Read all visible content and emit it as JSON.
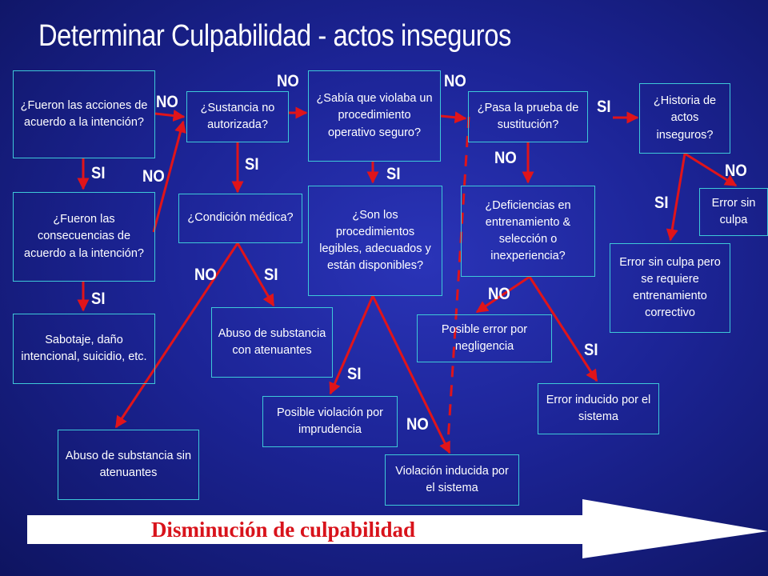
{
  "title": "Determinar Culpabilidad  - actos inseguros",
  "colors": {
    "background": "#1c2496",
    "box_border": "#3ec8d8",
    "arrow": "#e0141a",
    "text": "#ffffff",
    "banner_text": "#d8131b"
  },
  "boxes": {
    "fueron_acciones": "¿Fueron las acciones de acuerdo a la intención?",
    "fueron_consecuencias": "¿Fueron las consecuencias de acuerdo a la intención?",
    "sabotaje": "Sabotaje, daño intencional, suicidio, etc.",
    "sustancia": "¿Sustancia no autorizada?",
    "condicion_medica": "¿Condición médica?",
    "abuso_con": "Abuso de substancia con atenuantes",
    "abuso_sin": "Abuso de substancia sin atenuantes",
    "sabia": "¿Sabía que violaba un procedimiento operativo seguro?",
    "son_procedimientos": "¿Son los procedimientos legibles, adecuados y están disponibles?",
    "violacion_imprudencia": "Posible violación por imprudencia",
    "violacion_sistema": "Violación inducida por el sistema",
    "pasa_prueba": "¿Pasa la prueba de sustitución?",
    "deficiencias": "¿Deficiencias en entrenamiento & selección o inexperiencia?",
    "error_negligencia": "Posible error por negligencia",
    "error_inducido": "Error inducido por el sistema",
    "historia": "¿Historia de actos inseguros?",
    "error_sin_culpa": "Error sin culpa",
    "error_entrenamiento": "Error sin culpa pero se requiere entrenamiento correctivo"
  },
  "labels": {
    "no_1": "NO",
    "si_1": "SI",
    "no_2": "NO",
    "si_2": "SI",
    "si_3": "SI",
    "no_3": "NO",
    "si_4": "SI",
    "no_4": "NO",
    "si_5": "SI",
    "si_6": "SI",
    "no_5": "NO",
    "no_6": "NO",
    "si_7": "SI",
    "no_7": "NO",
    "si_8": "SI",
    "si_9": "SI",
    "no_8": "NO"
  },
  "banner": "Disminución de culpabilidad"
}
